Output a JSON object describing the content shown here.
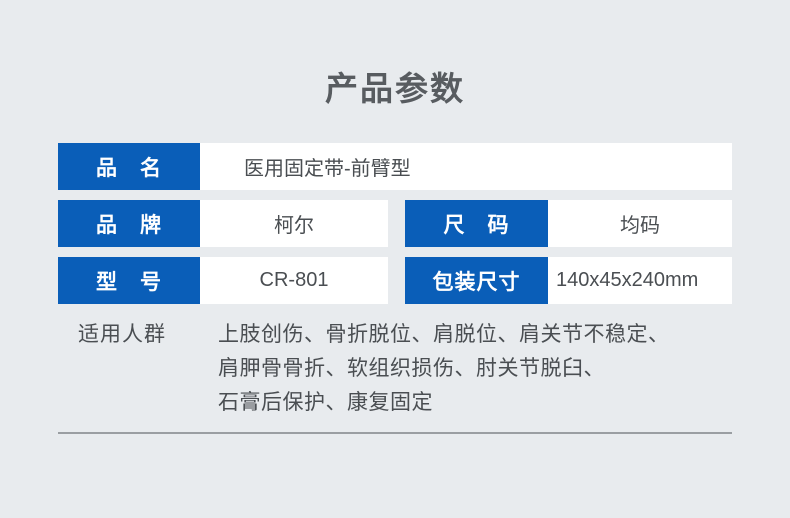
{
  "title": "产品参数",
  "colors": {
    "background": "#e8ebee",
    "label_blue": "#0a5eb8",
    "text_gray": "#4a4e52",
    "title_gray": "#585c60",
    "divider_gray": "#9a9ea2",
    "cell_white": "#ffffff"
  },
  "table": {
    "rows": [
      {
        "cells": [
          {
            "label": "品　名",
            "value": "医用固定带-前臂型"
          }
        ]
      },
      {
        "cells": [
          {
            "label": "品　牌",
            "value": "柯尔"
          },
          {
            "label": "尺　码",
            "value": "均码"
          }
        ]
      },
      {
        "cells": [
          {
            "label": "型　号",
            "value": "CR-801"
          },
          {
            "label": "包装尺寸",
            "value": "140x45x240mm"
          }
        ]
      }
    ]
  },
  "applicable": {
    "label": "适用人群",
    "lines": [
      "上肢创伤、骨折脱位、肩脱位、肩关节不稳定、",
      "肩胛骨骨折、软组织损伤、肘关节脱臼、",
      "石膏后保护、康复固定"
    ]
  }
}
